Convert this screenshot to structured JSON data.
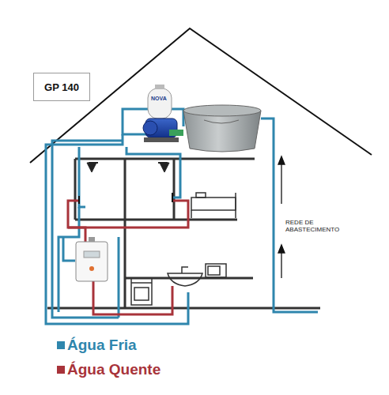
{
  "diagram": {
    "nodes": [
      {
        "text": [
          "GP 140"
        ]
      }
    ],
    "labels": [
      "NOVA",
      "REDE DE ABASTECIMENTO"
    ],
    "legend": [
      {
        "text": "Água Fria",
        "color": "#2f86ad"
      },
      {
        "text": "Água Quente",
        "color": "#a8333a"
      }
    ]
  }
}
